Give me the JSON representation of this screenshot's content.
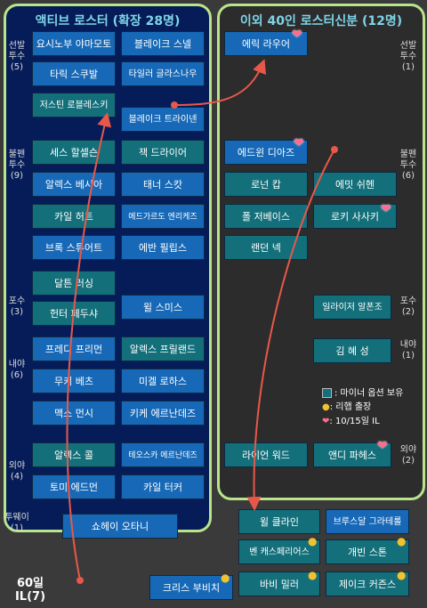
{
  "left_title": "액티브 로스터 (확장 28명)",
  "right_title": "이외 40인 로스터신분 (12명)",
  "groups_left": {
    "sp": "선발\n투수\n(5)",
    "rp": "불펜\n투수\n(9)",
    "c": "포수\n(3)",
    "inf": "내야\n(6)",
    "of": "외야\n(4)",
    "twp": "투웨이\n(1)"
  },
  "groups_right": {
    "sp": "선발\n투수\n(1)",
    "rp": "불펜\n투수\n(6)",
    "c": "포수\n(2)",
    "inf": "내야\n(1)",
    "of": "외야\n(2)"
  },
  "players": {
    "yamamoto": "요시노부 야마모토",
    "snell": "블레이크 스넬",
    "glasnow": "타일러 글라스나우",
    "skubal": "타릭 스쿠발",
    "kershaw": "저스틴 로블레스키",
    "treinen": "블레이크 트라이넨",
    "halsey": "세스 할셀슨",
    "dreyer": "잭 드라이어",
    "vesia": "알렉스 베시아",
    "scott": "태너 스캇",
    "hurt": "카일 허트",
    "henriquez": "에드가르도 엔리케즈",
    "stewart": "브록 스튜어트",
    "phillips": "에반 필립스",
    "rushing": "달튼 러싱",
    "smith": "윌 스미스",
    "pedersen": "헌터 페두샤",
    "freeman": "프레디 프리먼",
    "freeland": "알렉스 프릴랜드",
    "betts": "무키 베츠",
    "rojas": "미겔 로하스",
    "muncy": "맥스 먼시",
    "hernandez": "키케 에르난데즈",
    "call": "알렉스 콜",
    "teoscar": "테오스카 에르난데즈",
    "edman": "토미 에드먼",
    "tucker": "카일 터커",
    "ohtani": "쇼헤이 오타니",
    "lauer": "에릭 라우어",
    "diaz": "에드윈 디아즈",
    "knack": "로넌 캅",
    "sheehan": "에밋 쉬헨",
    "ferris": "폴 저베이스",
    "sasaki": "로키 사사키",
    "vanasco": "랜던 넥",
    "alfonzo": "일라이저 알폰조",
    "kim": "김 혜 성",
    "ward": "라이언 워드",
    "pages": "앤디 파헤스",
    "klein": "윌 클라인",
    "graterol": "브루스달 그라테롤",
    "casparius": "벤 캐스페리어스",
    "gonsolin": "개빈 스톤",
    "miller": "바비 밀러",
    "cousins": "제이크 커즌스",
    "bubic": "크리스 부비치"
  },
  "legend": {
    "minor": ": 마이너 옵션 보유",
    "rehab": ": 리햅 출장",
    "il": ": 10/15일 IL"
  },
  "il60": "60일\nIL(7)",
  "colors": {
    "blue": "#1769b7",
    "teal": "#136f7a",
    "frame": "#b9e48a",
    "arrow": "#e8584a"
  },
  "icons": {
    "heart": "heart-icon",
    "muscle": "flexed-biceps-icon",
    "minor": "teal-square-icon"
  }
}
